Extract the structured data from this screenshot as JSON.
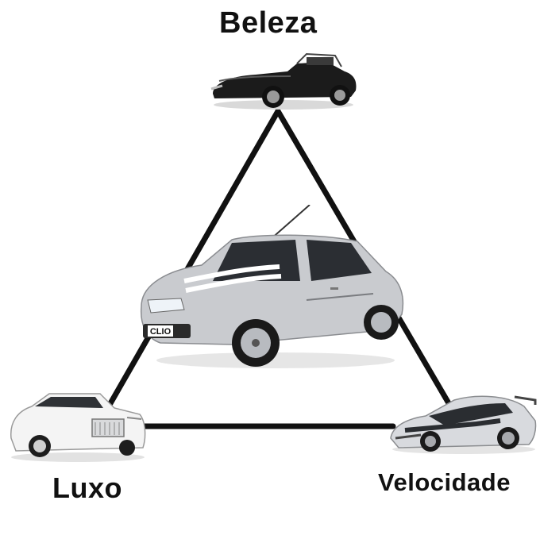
{
  "labels": {
    "top": "Beleza",
    "left": "Luxo",
    "right": "Velocidade"
  },
  "center_car": {
    "badge": "CLIO"
  },
  "colors": {
    "line": "#111111",
    "center_car_body": "#c9cbcf",
    "luxury_car_body": "#f4f4f4",
    "beauty_car_body": "#1b1b1b",
    "speed_car_body": "#d8dade"
  }
}
